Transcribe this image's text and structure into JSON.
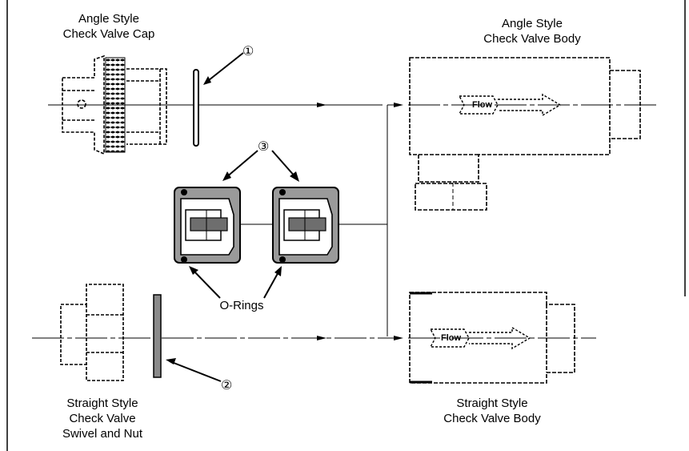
{
  "labels": {
    "angle_cap": "Angle Style\nCheck Valve Cap",
    "angle_body": "Angle Style\nCheck Valve Body",
    "straight_swivel": "Straight Style\nCheck Valve\nSwivel and Nut",
    "straight_body": "Straight Style\nCheck Valve Body",
    "o_rings": "O-Rings"
  },
  "callouts": {
    "one": "①",
    "two": "②",
    "three": "③"
  },
  "flow_label": "Flow",
  "colors": {
    "line": "#000000",
    "gray": "#8a8a8a",
    "background": "#ffffff"
  }
}
